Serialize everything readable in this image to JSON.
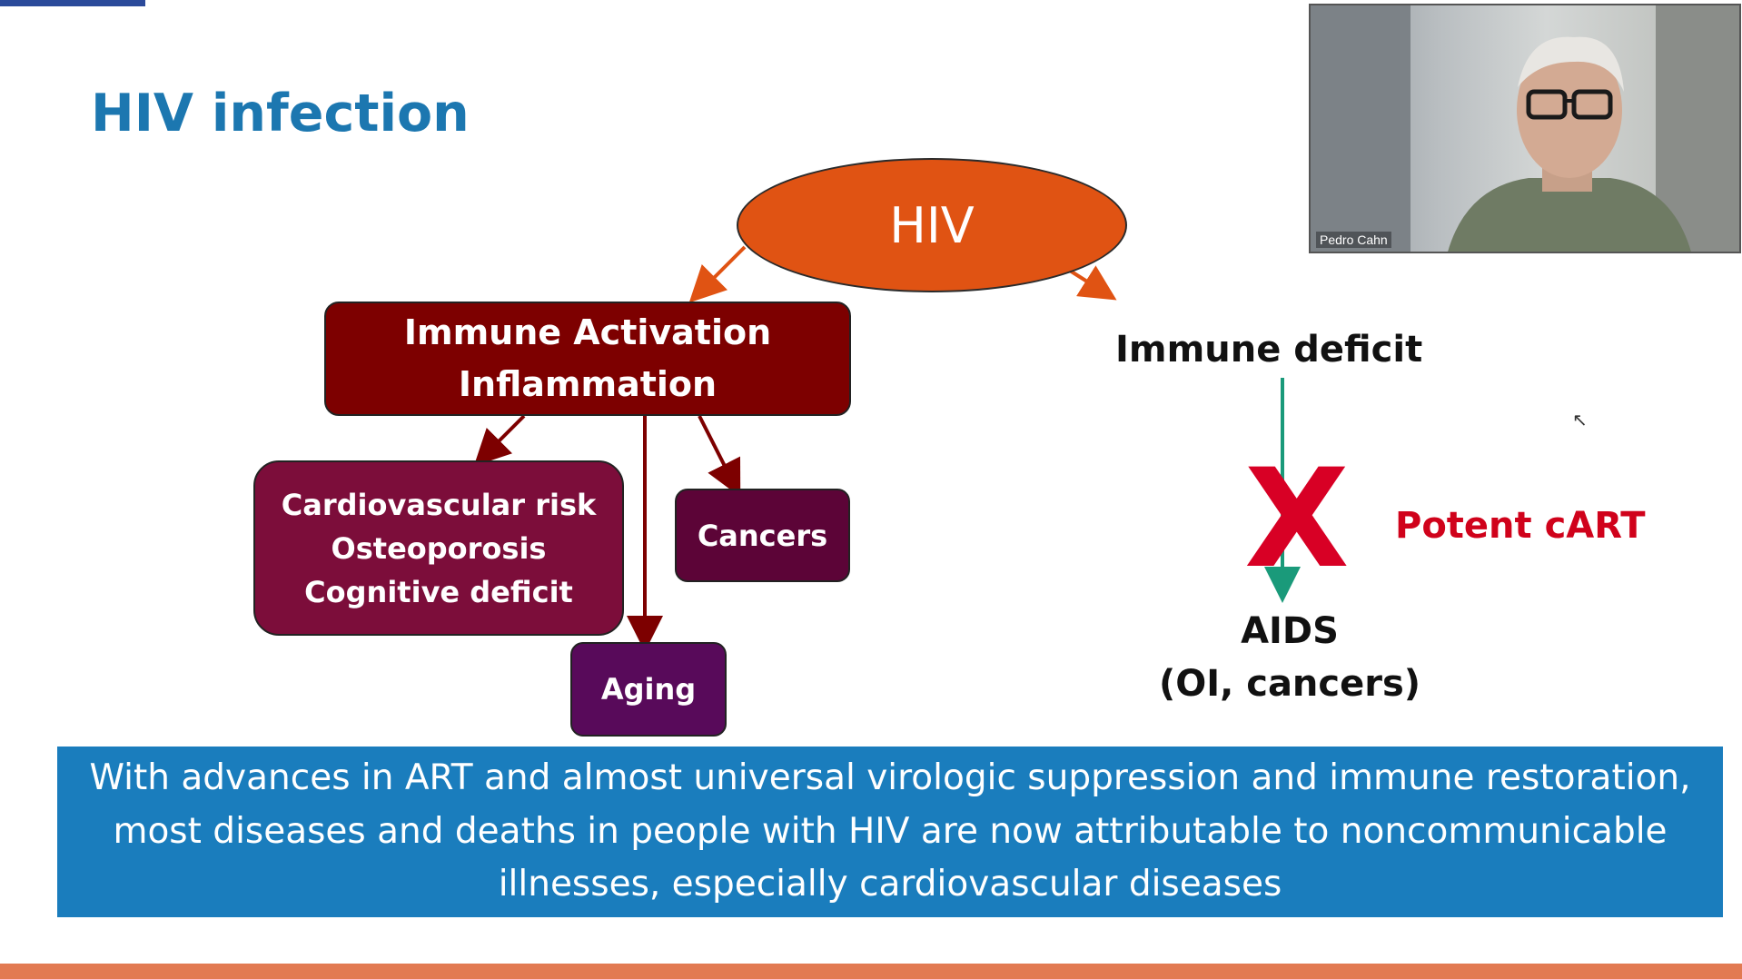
{
  "slide": {
    "title": "HIV infection",
    "hiv": "HIV",
    "immune_activation": [
      "Immune Activation",
      "Inflammation"
    ],
    "cardio_box": [
      "Cardiovascular risk",
      "Osteoporosis",
      "Cognitive deficit"
    ],
    "cancers": "Cancers",
    "aging": "Aging",
    "immune_deficit": "Immune deficit",
    "x_mark": "X",
    "potent_cart": "Potent cART",
    "aids": [
      "AIDS",
      "(OI, cancers)"
    ],
    "banner": "With advances in ART and almost universal virologic suppression and immune restoration, most diseases and deaths in people with HIV are now attributable to noncommunicable illnesses, especially cardiovascular diseases"
  },
  "video": {
    "speaker_name": "Pedro Cahn"
  },
  "colors": {
    "title": "#1c77b0",
    "hiv_ellipse": "#e05313",
    "immune_box": "#7d0000",
    "cardio_box": "#7c0d3a",
    "cancers_box": "#5c0437",
    "aging_box": "#580a5a",
    "potent_cart": "#d0021b",
    "banner": "#1a7dbd",
    "deficit_line": "#1a9a7a"
  }
}
